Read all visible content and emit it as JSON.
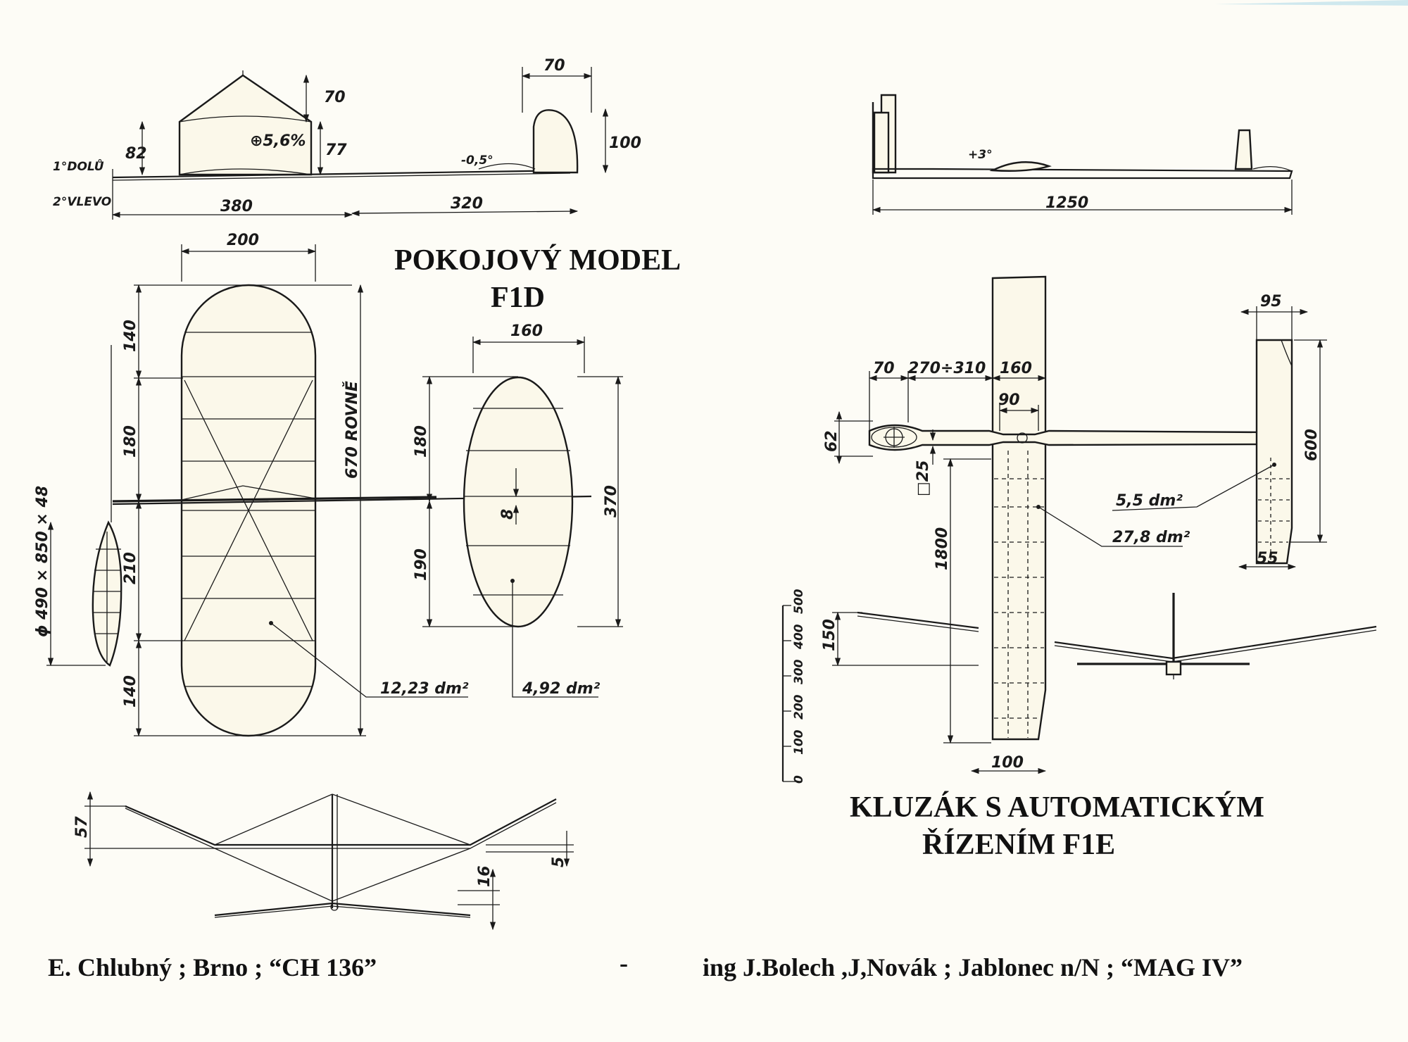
{
  "titles": {
    "f1d_line1": "POKOJOVÝ MODEL",
    "f1d_line2": "F1D",
    "f1e_line1": "KLUZÁK S AUTOMATICKÝM",
    "f1e_line2": "ŘÍZENÍM F1E"
  },
  "credits": {
    "left": "E. Chlubný ; Brno ; “CH 136”",
    "dash": "-",
    "right": "ing J.Bolech ,J,Novák ; Jablonec n/N ; “MAG IV”"
  },
  "f1d": {
    "side": {
      "d70_top": "70",
      "d70_h": "70",
      "d77": "77",
      "d82": "82",
      "d100": "100",
      "d380": "380",
      "d320": "320",
      "incidence": "-0,5°",
      "camber": "⊕5,6%",
      "note1": "1°DOLŮ",
      "note2": "2°VLEVO"
    },
    "plan": {
      "d200": "200",
      "d160": "160",
      "d140_top": "140",
      "d180_wing": "180",
      "d210": "210",
      "d140_bottom": "140",
      "span": "670 ROVNĚ",
      "d180_tail": "180",
      "d190": "190",
      "d370": "370",
      "d8": "8",
      "prop": "ϕ 490 × 850 × 48",
      "wing_area": "12,23 dm²",
      "tail_area": "4,92 dm²"
    },
    "front": {
      "d57": "57",
      "d5": "5",
      "d16": "16"
    }
  },
  "f1e": {
    "side": {
      "d1250": "1250",
      "incidence": "+3°"
    },
    "plan": {
      "d70": "70",
      "d270_310": "270÷310",
      "d160": "160",
      "d90": "90",
      "d62": "62",
      "d25": "□25",
      "d95": "95",
      "d600": "600",
      "d55": "55",
      "stab_area": "5,5 dm²",
      "wing_area": "27,8 dm²",
      "d1800": "1800",
      "d100": "100",
      "d150": "150",
      "scale_ticks": [
        "0",
        "100",
        "200",
        "300",
        "400",
        "500"
      ]
    }
  },
  "colors": {
    "ink": "#1a1a1a",
    "paper": "#fdfcf6",
    "panel": "#fbf8ea"
  }
}
